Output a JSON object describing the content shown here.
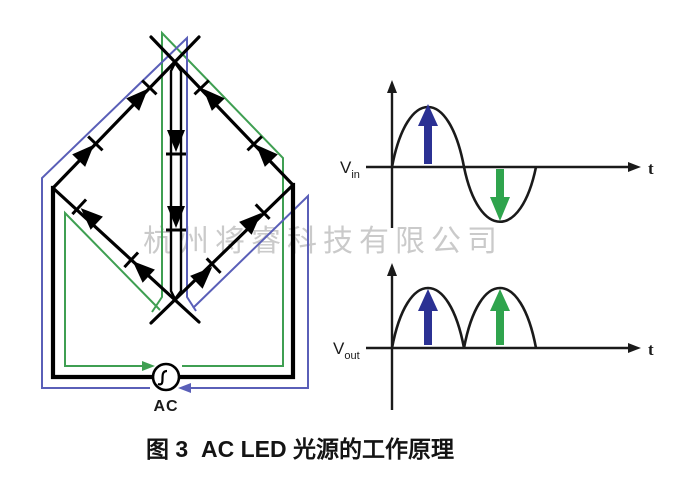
{
  "figure": {
    "caption": "图 3  AC LED 光源的工作原理",
    "watermark": "杭州将睿科技有限公司"
  },
  "circuit": {
    "ac_source_label": "AC",
    "colors": {
      "positive_half_path_green": "#3f9f52",
      "negative_half_path_blue": "#5a5fb8",
      "wires_and_leds": "#000000"
    }
  },
  "plots": {
    "vin": {
      "label_v": "V",
      "label_sub": "in",
      "t_label": "t"
    },
    "vout": {
      "label_v": "V",
      "label_sub": "out",
      "t_label": "t"
    },
    "arrow_colors": {
      "blue_half_cycle": "#2b3193",
      "green_half_cycle": "#2fa44d"
    }
  }
}
